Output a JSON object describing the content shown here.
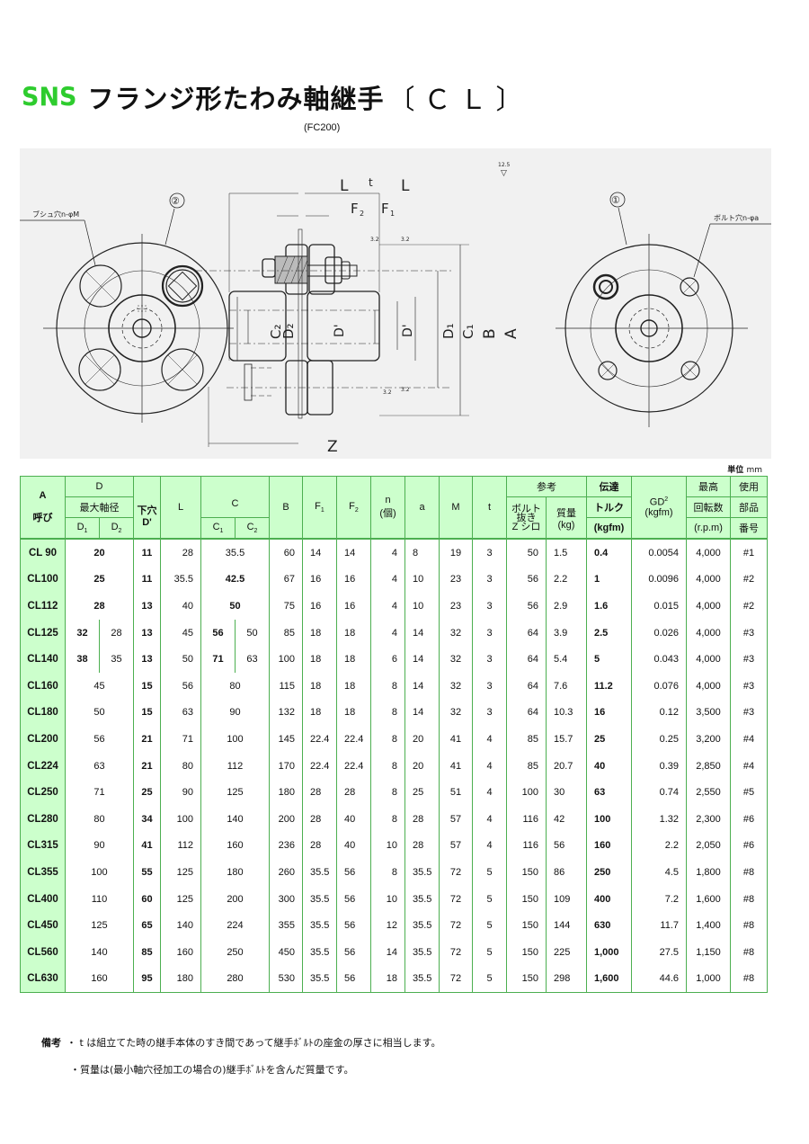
{
  "header": {
    "brand": "SNS",
    "title": "フランジ形たわみ軸継手",
    "suffix": "〔ＣＬ〕",
    "material": "(FC200)"
  },
  "drawing": {
    "roughness_top": "12.5",
    "roughness_local": "3.2",
    "part_left_marker": "②",
    "part_right_marker": "①",
    "bush_hole_label": "ブシュ穴n-φM",
    "bolt_hole_label": "ボルト穴n-φa",
    "dims": {
      "L_left": "L",
      "t": "t",
      "L_right": "L",
      "F2": "F",
      "F2_sub": "2",
      "F1": "F",
      "F1_sub": "1",
      "C2": "C₂",
      "D2": "D₂",
      "Dp_left": "D'",
      "Dp_right": "D'",
      "D1": "D₁",
      "C1": "C₁",
      "B": "B",
      "A": "A",
      "Z": "Z"
    }
  },
  "unit": {
    "label": "単位",
    "value": "mm"
  },
  "table": {
    "headers": {
      "A": "A",
      "yobi": "呼び",
      "D": "D",
      "max_bore": "最大軸径",
      "D1": "D",
      "D1_sub": "1",
      "D2": "D",
      "D2_sub": "2",
      "pilot_bore": "下穴",
      "pilot_bore_sym": "D'",
      "L": "L",
      "C": "C",
      "C1": "C",
      "C1_sub": "1",
      "C2": "C",
      "C2_sub": "2",
      "B": "B",
      "F1": "F",
      "F1_sub": "1",
      "F2": "F",
      "F2_sub": "2",
      "n": "n",
      "n_unit": "(個)",
      "a": "a",
      "M": "M",
      "t": "t",
      "reference": "参考",
      "bolt_removal_1": "ボルト",
      "bolt_removal_2": "抜き",
      "bolt_removal_3": "Z シロ",
      "mass": "質量",
      "mass_unit": "(kg)",
      "torque_1": "伝達",
      "torque_2": "トルク",
      "torque_unit": "(kgfm)",
      "gd2": "GD",
      "gd2_sup": "2",
      "gd2_unit": "(kgfm)",
      "rpm_1": "最高",
      "rpm_2": "回転数",
      "rpm_unit": "(r.p.m)",
      "part_1": "使用",
      "part_2": "部品",
      "part_3": "番号"
    },
    "rows": [
      {
        "name": "CL 90",
        "d1": "20",
        "d2": "",
        "dp": "11",
        "L": "28",
        "c1": "35.5",
        "c2": "",
        "B": "60",
        "F1": "14",
        "F2": "14",
        "n": "4",
        "a": "8",
        "M": "19",
        "t": "3",
        "z": "50",
        "mass": "1.5",
        "torque": "0.4",
        "gd2": "0.0054",
        "rpm": "4,000",
        "part": "#1"
      },
      {
        "name": "CL100",
        "d1": "25",
        "d2": "",
        "dp": "11",
        "L": "35.5",
        "c1": "42.5",
        "c2": "",
        "B": "67",
        "F1": "16",
        "F2": "16",
        "n": "4",
        "a": "10",
        "M": "23",
        "t": "3",
        "z": "56",
        "mass": "2.2",
        "torque": "1",
        "gd2": "0.0096",
        "rpm": "4,000",
        "part": "#2"
      },
      {
        "name": "CL112",
        "d1": "28",
        "d2": "",
        "dp": "13",
        "L": "40",
        "c1": "50",
        "c2": "",
        "B": "75",
        "F1": "16",
        "F2": "16",
        "n": "4",
        "a": "10",
        "M": "23",
        "t": "3",
        "z": "56",
        "mass": "2.9",
        "torque": "1.6",
        "gd2": "0.015",
        "rpm": "4,000",
        "part": "#2"
      },
      {
        "name": "CL125",
        "d1": "32",
        "d2": "28",
        "dp": "13",
        "L": "45",
        "c1": "56",
        "c2": "50",
        "B": "85",
        "F1": "18",
        "F2": "18",
        "n": "4",
        "a": "14",
        "M": "32",
        "t": "3",
        "z": "64",
        "mass": "3.9",
        "torque": "2.5",
        "gd2": "0.026",
        "rpm": "4,000",
        "part": "#3"
      },
      {
        "name": "CL140",
        "d1": "38",
        "d2": "35",
        "dp": "13",
        "L": "50",
        "c1": "71",
        "c2": "63",
        "B": "100",
        "F1": "18",
        "F2": "18",
        "n": "6",
        "a": "14",
        "M": "32",
        "t": "3",
        "z": "64",
        "mass": "5.4",
        "torque": "5",
        "gd2": "0.043",
        "rpm": "4,000",
        "part": "#3"
      },
      {
        "name": "CL160",
        "d1": "45",
        "d2": "",
        "dp": "15",
        "L": "56",
        "c1": "80",
        "c2": "",
        "B": "115",
        "F1": "18",
        "F2": "18",
        "n": "8",
        "a": "14",
        "M": "32",
        "t": "3",
        "z": "64",
        "mass": "7.6",
        "torque": "11.2",
        "gd2": "0.076",
        "rpm": "4,000",
        "part": "#3"
      },
      {
        "name": "CL180",
        "d1": "50",
        "d2": "",
        "dp": "15",
        "L": "63",
        "c1": "90",
        "c2": "",
        "B": "132",
        "F1": "18",
        "F2": "18",
        "n": "8",
        "a": "14",
        "M": "32",
        "t": "3",
        "z": "64",
        "mass": "10.3",
        "torque": "16",
        "gd2": "0.12",
        "rpm": "3,500",
        "part": "#3"
      },
      {
        "name": "CL200",
        "d1": "56",
        "d2": "",
        "dp": "21",
        "L": "71",
        "c1": "100",
        "c2": "",
        "B": "145",
        "F1": "22.4",
        "F2": "22.4",
        "n": "8",
        "a": "20",
        "M": "41",
        "t": "4",
        "z": "85",
        "mass": "15.7",
        "torque": "25",
        "gd2": "0.25",
        "rpm": "3,200",
        "part": "#4"
      },
      {
        "name": "CL224",
        "d1": "63",
        "d2": "",
        "dp": "21",
        "L": "80",
        "c1": "112",
        "c2": "",
        "B": "170",
        "F1": "22.4",
        "F2": "22.4",
        "n": "8",
        "a": "20",
        "M": "41",
        "t": "4",
        "z": "85",
        "mass": "20.7",
        "torque": "40",
        "gd2": "0.39",
        "rpm": "2,850",
        "part": "#4"
      },
      {
        "name": "CL250",
        "d1": "71",
        "d2": "",
        "dp": "25",
        "L": "90",
        "c1": "125",
        "c2": "",
        "B": "180",
        "F1": "28",
        "F2": "28",
        "n": "8",
        "a": "25",
        "M": "51",
        "t": "4",
        "z": "100",
        "mass": "30",
        "torque": "63",
        "gd2": "0.74",
        "rpm": "2,550",
        "part": "#5"
      },
      {
        "name": "CL280",
        "d1": "80",
        "d2": "",
        "dp": "34",
        "L": "100",
        "c1": "140",
        "c2": "",
        "B": "200",
        "F1": "28",
        "F2": "40",
        "n": "8",
        "a": "28",
        "M": "57",
        "t": "4",
        "z": "116",
        "mass": "42",
        "torque": "100",
        "gd2": "1.32",
        "rpm": "2,300",
        "part": "#6"
      },
      {
        "name": "CL315",
        "d1": "90",
        "d2": "",
        "dp": "41",
        "L": "112",
        "c1": "160",
        "c2": "",
        "B": "236",
        "F1": "28",
        "F2": "40",
        "n": "10",
        "a": "28",
        "M": "57",
        "t": "4",
        "z": "116",
        "mass": "56",
        "torque": "160",
        "gd2": "2.2",
        "rpm": "2,050",
        "part": "#6"
      },
      {
        "name": "CL355",
        "d1": "100",
        "d2": "",
        "dp": "55",
        "L": "125",
        "c1": "180",
        "c2": "",
        "B": "260",
        "F1": "35.5",
        "F2": "56",
        "n": "8",
        "a": "35.5",
        "M": "72",
        "t": "5",
        "z": "150",
        "mass": "86",
        "torque": "250",
        "gd2": "4.5",
        "rpm": "1,800",
        "part": "#8"
      },
      {
        "name": "CL400",
        "d1": "110",
        "d2": "",
        "dp": "60",
        "L": "125",
        "c1": "200",
        "c2": "",
        "B": "300",
        "F1": "35.5",
        "F2": "56",
        "n": "10",
        "a": "35.5",
        "M": "72",
        "t": "5",
        "z": "150",
        "mass": "109",
        "torque": "400",
        "gd2": "7.2",
        "rpm": "1,600",
        "part": "#8"
      },
      {
        "name": "CL450",
        "d1": "125",
        "d2": "",
        "dp": "65",
        "L": "140",
        "c1": "224",
        "c2": "",
        "B": "355",
        "F1": "35.5",
        "F2": "56",
        "n": "12",
        "a": "35.5",
        "M": "72",
        "t": "5",
        "z": "150",
        "mass": "144",
        "torque": "630",
        "gd2": "11.7",
        "rpm": "1,400",
        "part": "#8"
      },
      {
        "name": "CL560",
        "d1": "140",
        "d2": "",
        "dp": "85",
        "L": "160",
        "c1": "250",
        "c2": "",
        "B": "450",
        "F1": "35.5",
        "F2": "56",
        "n": "14",
        "a": "35.5",
        "M": "72",
        "t": "5",
        "z": "150",
        "mass": "225",
        "torque": "1,000",
        "gd2": "27.5",
        "rpm": "1,150",
        "part": "#8"
      },
      {
        "name": "CL630",
        "d1": "160",
        "d2": "",
        "dp": "95",
        "L": "180",
        "c1": "280",
        "c2": "",
        "B": "530",
        "F1": "35.5",
        "F2": "56",
        "n": "18",
        "a": "35.5",
        "M": "72",
        "t": "5",
        "z": "150",
        "mass": "298",
        "torque": "1,600",
        "gd2": "44.6",
        "rpm": "1,000",
        "part": "#8"
      }
    ]
  },
  "notes": {
    "label": "備考",
    "line1": "・ t は組立てた時の継手本体のすき間であって継手ﾎﾞﾙﾄの座金の厚さに相当します。",
    "line2": "・質量は(最小軸穴径加工の場合の)継手ﾎﾞﾙﾄを含んだ質量です。"
  }
}
